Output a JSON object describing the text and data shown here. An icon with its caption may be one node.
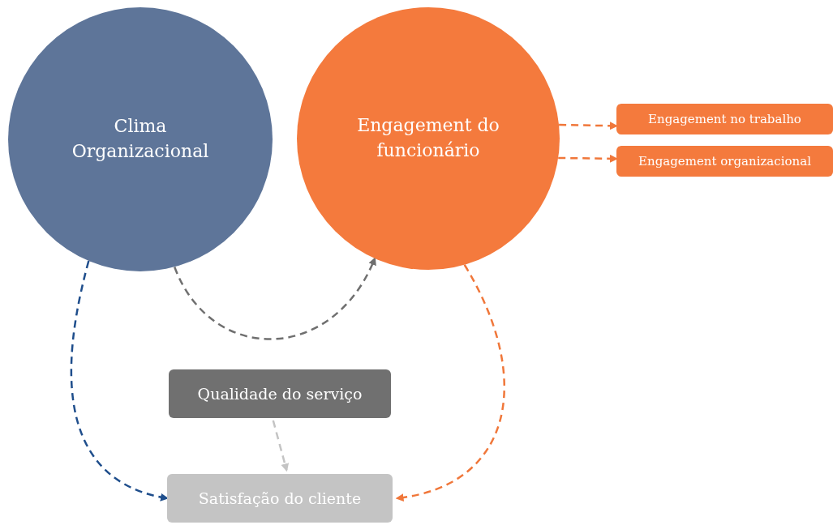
{
  "diagram": {
    "nodes": [
      {
        "text": [
          "Clima Organizacional"
        ]
      },
      {
        "text": [
          "Engagement do funcionário"
        ]
      },
      {
        "text": [
          "Engagement no trabalho"
        ]
      },
      {
        "text": [
          "Engagement organizacional"
        ]
      },
      {
        "text": [
          "Qualidade do serviço"
        ]
      },
      {
        "text": [
          "Satisfação do cliente"
        ]
      }
    ],
    "edges": [
      {
        "from": 1,
        "to": 2,
        "arrow": "to",
        "style": "dashed"
      },
      {
        "from": 1,
        "to": 3,
        "arrow": "to",
        "style": "dashed"
      },
      {
        "from": 0,
        "to": 1,
        "arrow": "to",
        "style": "dashed",
        "color": "#6f6f6f"
      },
      {
        "from": 0,
        "to": 5,
        "arrow": "to",
        "style": "dashed",
        "color": "#1f4e8c"
      },
      {
        "from": 4,
        "to": 5,
        "arrow": "to",
        "style": "dashed",
        "color": "#c4c4c4"
      },
      {
        "from": 1,
        "to": 5,
        "arrow": "to",
        "style": "dashed"
      }
    ]
  }
}
